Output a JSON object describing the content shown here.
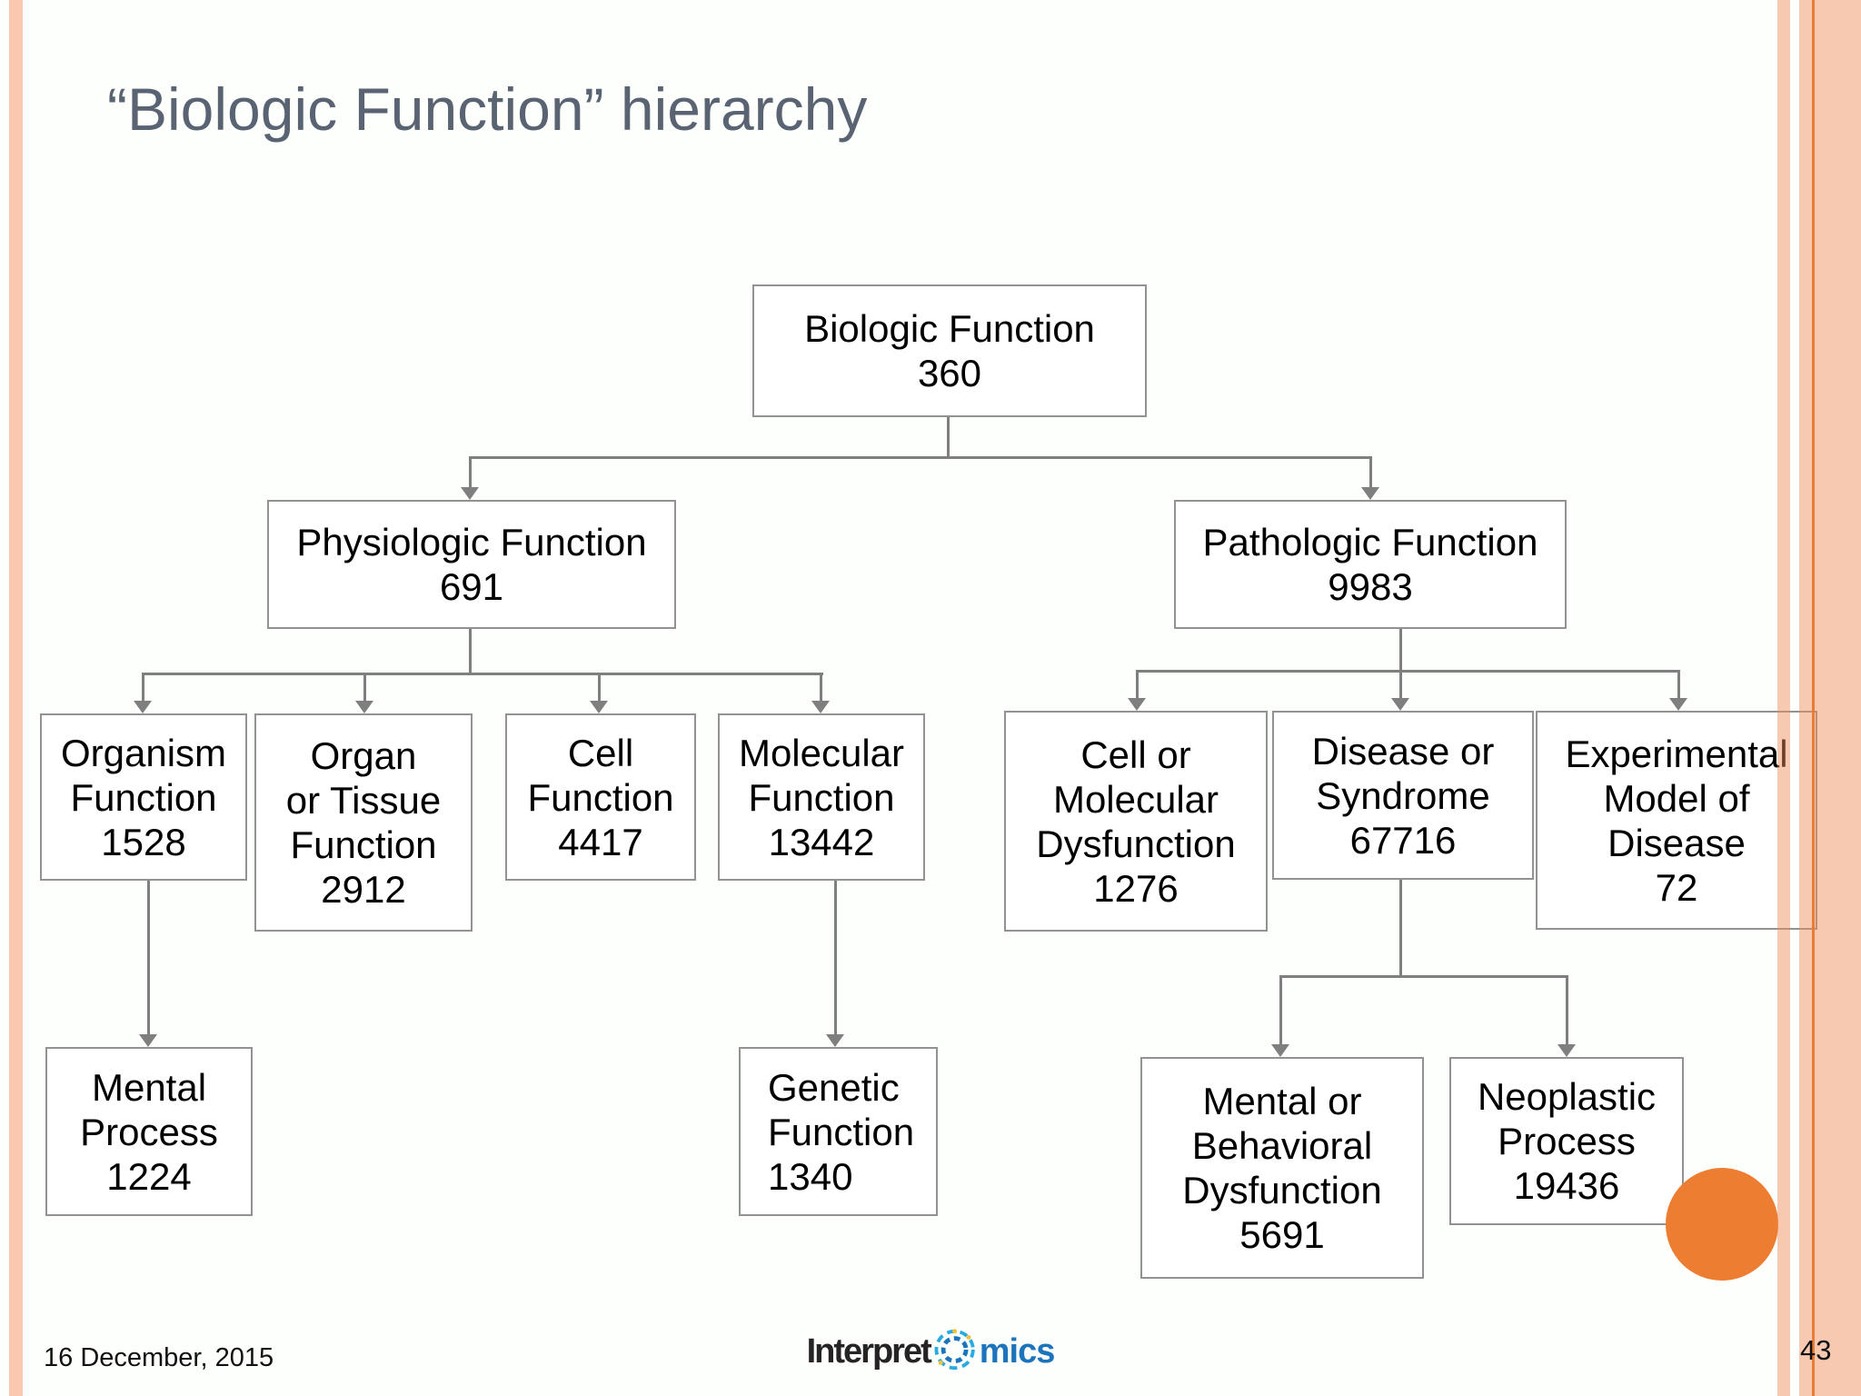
{
  "slide": {
    "title": "“Biologic Function” hierarchy",
    "footer": {
      "date": "16 December, 2015",
      "page_number": "43"
    },
    "logo": {
      "prefix": "Interpret",
      "suffix": "mics",
      "icon": "dashed-ring-o-icon"
    }
  },
  "diagram": {
    "type": "hierarchy-tree",
    "nodes": [
      {
        "id": "biologic-function",
        "label": "Biologic Function",
        "count": "360"
      },
      {
        "id": "physiologic-function",
        "label": "Physiologic Function",
        "count": "691"
      },
      {
        "id": "pathologic-function",
        "label": "Pathologic Function",
        "count": "9983"
      },
      {
        "id": "organism-function",
        "label": "Organism\nFunction",
        "count": "1528"
      },
      {
        "id": "organ-or-tissue-function",
        "label": "Organ\nor Tissue\nFunction",
        "count": "2912"
      },
      {
        "id": "cell-function",
        "label": "Cell\nFunction",
        "count": "4417"
      },
      {
        "id": "molecular-function",
        "label": "Molecular\nFunction",
        "count": "13442"
      },
      {
        "id": "cell-or-molecular-dysfunction",
        "label": "Cell or\nMolecular\nDysfunction",
        "count": "1276"
      },
      {
        "id": "disease-or-syndrome",
        "label": "Disease or\nSyndrome",
        "count": "67716"
      },
      {
        "id": "experimental-model-of-disease",
        "label": "Experimental\nModel of\nDisease",
        "count": "72"
      },
      {
        "id": "mental-process",
        "label": "Mental\nProcess",
        "count": "1224"
      },
      {
        "id": "genetic-function",
        "label": "Genetic\nFunction",
        "count": "1340"
      },
      {
        "id": "mental-or-behavioral-dysfunction",
        "label": "Mental or\nBehavioral\nDysfunction",
        "count": "5691"
      },
      {
        "id": "neoplastic-process",
        "label": "Neoplastic\nProcess",
        "count": "19436"
      }
    ],
    "edges": [
      "biologic-function > physiologic-function",
      "biologic-function > pathologic-function",
      "physiologic-function > organism-function",
      "physiologic-function > organ-or-tissue-function",
      "physiologic-function > cell-function",
      "physiologic-function > molecular-function",
      "pathologic-function > cell-or-molecular-dysfunction",
      "pathologic-function > disease-or-syndrome",
      "pathologic-function > experimental-model-of-disease",
      "organism-function > mental-process",
      "molecular-function > genetic-function",
      "disease-or-syndrome > mental-or-behavioral-dysfunction",
      "disease-or-syndrome > neoplastic-process"
    ]
  },
  "colors": {
    "accent_orange": "#ED7D31",
    "stripe_salmon": "#FAC7AF",
    "stripe_orange_line": "#E87E33",
    "title_gray": "#5A6372",
    "connector_gray": "#7F7F7F",
    "box_border_gray": "#929292",
    "logo_blue": "#1C75BC"
  }
}
